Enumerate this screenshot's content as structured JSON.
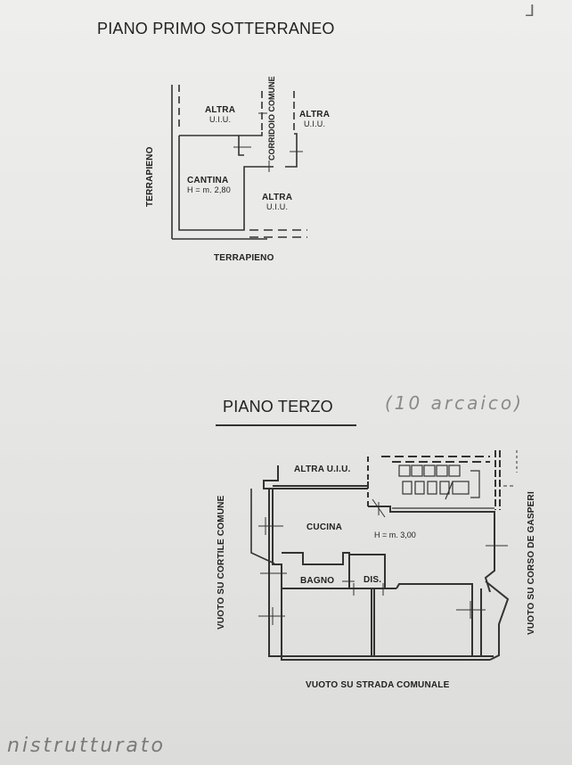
{
  "document": {
    "corner_mark": "⅃",
    "plan_basement": {
      "title": "PIANO PRIMO SOTTERRANEO",
      "rooms": [
        {
          "name": "ALTRA",
          "sub": "U.I.U.",
          "position": "top-left"
        },
        {
          "name": "ALTRA",
          "sub": "U.I.U.",
          "position": "top-right"
        },
        {
          "name": "CORRIDOIO COMUNE",
          "position": "center-vertical"
        },
        {
          "name": "CANTINA",
          "sub": "H = m. 2,80",
          "position": "left"
        },
        {
          "name": "ALTRA",
          "sub": "U.I.U.",
          "position": "bottom-right"
        }
      ],
      "surroundings": {
        "left": "TERRAPIENO",
        "bottom": "TERRAPIENO"
      }
    },
    "plan_third_floor": {
      "title": "PIANO TERZO",
      "handwritten_note": "(10 arcaico)",
      "rooms": [
        {
          "name": "ALTRA U.I.U.",
          "position": "top"
        },
        {
          "name": "CUCINA",
          "position": "center"
        },
        {
          "name": "H = m. 3,00",
          "position": "center-right"
        },
        {
          "name": "BAGNO",
          "position": "left"
        },
        {
          "name": "DIS.",
          "position": "center-left"
        }
      ],
      "surroundings": {
        "left": "VUOTO SU CORTILE COMUNE",
        "right": "VUOTO SU CORSO DE GASPERI",
        "bottom": "VUOTO SU STRADA COMUNALE"
      }
    },
    "handwritten_footer": "nistrutturato"
  }
}
